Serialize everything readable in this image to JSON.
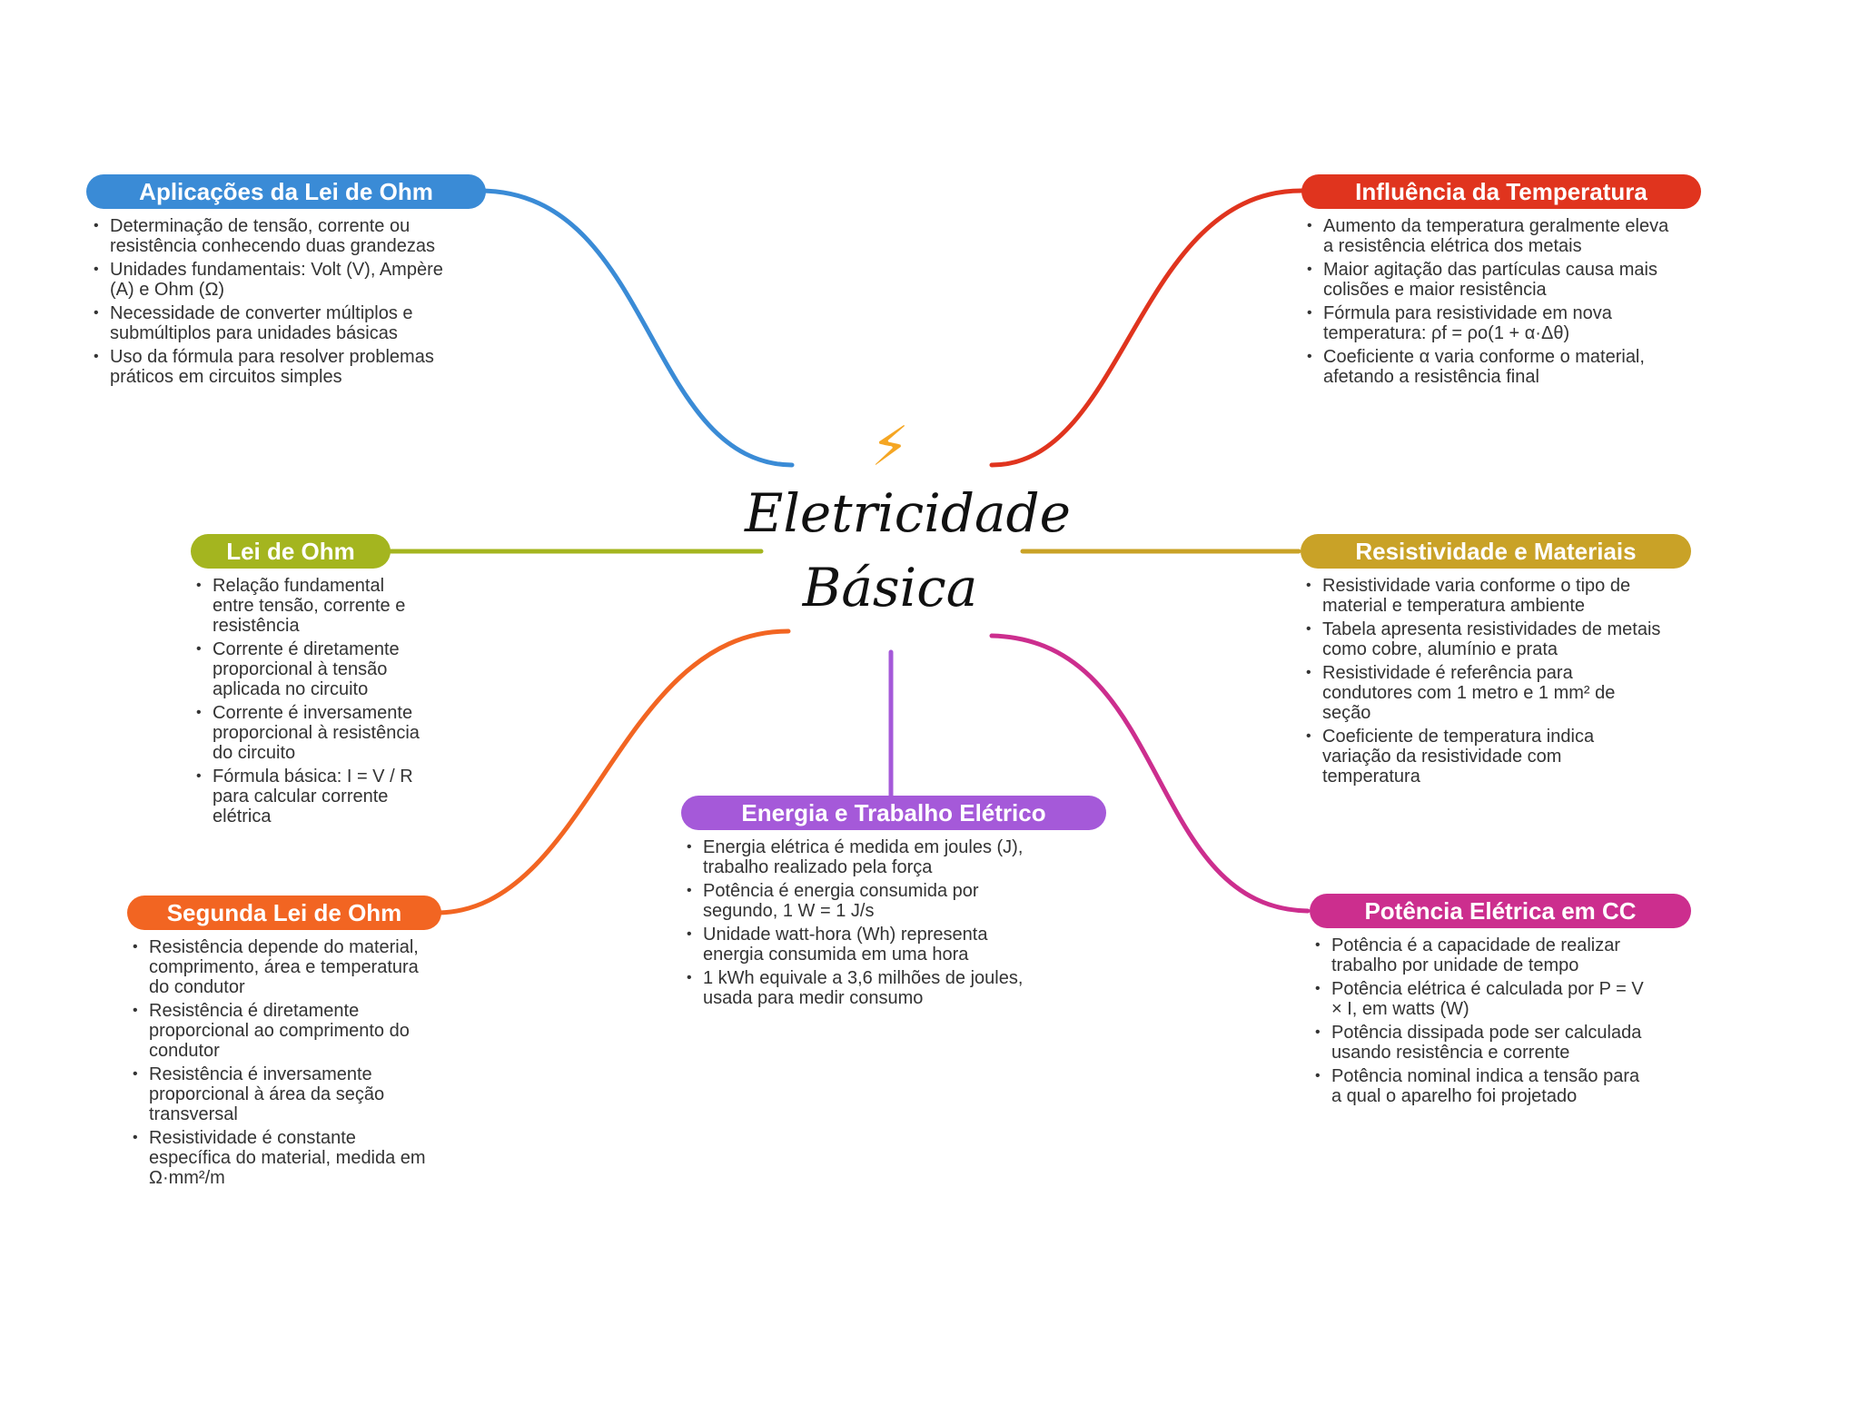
{
  "center": {
    "icon": "lightning-bolt-icon",
    "line1": "Eletricidade",
    "line2": "Básica"
  },
  "colors": {
    "aplicacoes": "#3a8bd6",
    "lei_ohm": "#a4b51f",
    "segunda_lei": "#f26522",
    "energia": "#a559d9",
    "influencia": "#e0341e",
    "resistividade": "#c9a227",
    "potencia": "#cc2e8e"
  },
  "branches": {
    "aplicacoes": {
      "title": "Aplicações da Lei de Ohm",
      "items": [
        "Determinação de tensão, corrente ou resistência conhecendo duas grandezas",
        "Unidades fundamentais: Volt (V), Ampère (A) e Ohm (Ω)",
        "Necessidade de converter múltiplos e submúltiplos para unidades básicas",
        "Uso da fórmula para resolver problemas práticos em circuitos simples"
      ]
    },
    "lei_ohm": {
      "title": "Lei de Ohm",
      "items": [
        "Relação fundamental entre tensão, corrente e resistência",
        "Corrente é diretamente proporcional à tensão aplicada no circuito",
        "Corrente é inversamente proporcional à resistência do circuito",
        "Fórmula básica: I = V / R para calcular corrente elétrica"
      ]
    },
    "segunda_lei": {
      "title": "Segunda Lei de Ohm",
      "items": [
        "Resistência depende do material, comprimento, área e temperatura do condutor",
        "Resistência é diretamente proporcional ao comprimento do condutor",
        "Resistência é inversamente proporcional à área da seção transversal",
        "Resistividade é constante específica do material, medida em Ω·mm²/m"
      ]
    },
    "energia": {
      "title": "Energia e Trabalho Elétrico",
      "items": [
        "Energia elétrica é medida em joules (J), trabalho realizado pela força",
        "Potência é energia consumida por segundo, 1 W = 1 J/s",
        "Unidade watt-hora (Wh) representa energia consumida em uma hora",
        "1 kWh equivale a 3,6 milhões de joules, usada para medir consumo"
      ]
    },
    "influencia": {
      "title": "Influência da Temperatura",
      "items": [
        "Aumento da temperatura geralmente eleva a resistência elétrica dos metais",
        "Maior agitação das partículas causa mais colisões e maior resistência",
        "Fórmula para resistividade em nova temperatura: ρf = ρo(1 + α·Δθ)",
        "Coeficiente α varia conforme o material, afetando a resistência final"
      ]
    },
    "resistividade": {
      "title": "Resistividade e Materiais",
      "items": [
        "Resistividade varia conforme o tipo de material e temperatura ambiente",
        "Tabela apresenta resistividades de metais como cobre, alumínio e prata",
        "Resistividade é referência para condutores com 1 metro e 1 mm² de seção",
        "Coeficiente de temperatura indica variação da resistividade com temperatura"
      ]
    },
    "potencia": {
      "title": "Potência Elétrica em CC",
      "items": [
        "Potência é a capacidade de realizar trabalho por unidade de tempo",
        "Potência elétrica é calculada por P = V × I, em watts (W)",
        "Potência dissipada pode ser calculada usando resistência e corrente",
        "Potência nominal indica a tensão para a qual o aparelho foi projetado"
      ]
    }
  }
}
